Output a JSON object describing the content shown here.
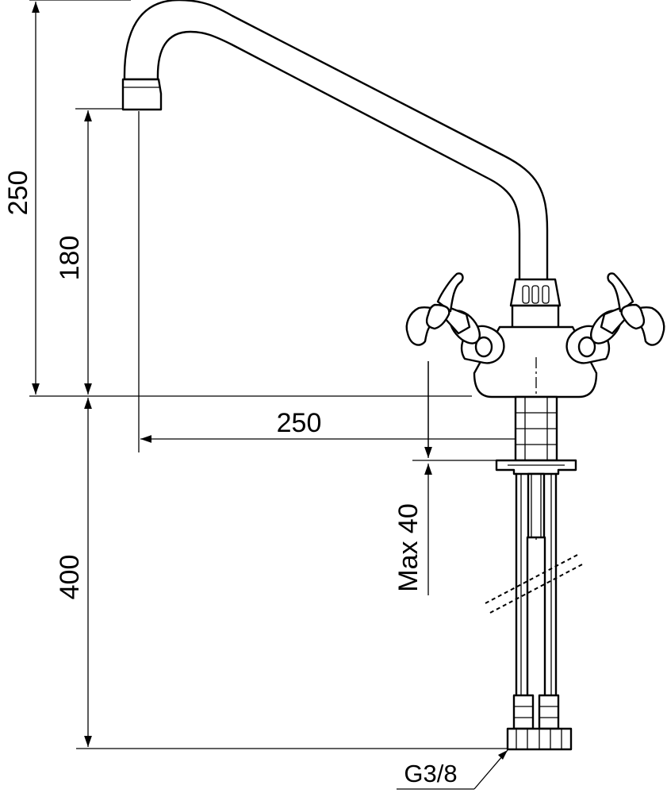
{
  "dimensions": {
    "total_height": "250",
    "spout_height": "180",
    "spout_reach": "250",
    "max_thickness": "Max 40",
    "tail_length": "400",
    "connection": "G3/8"
  }
}
